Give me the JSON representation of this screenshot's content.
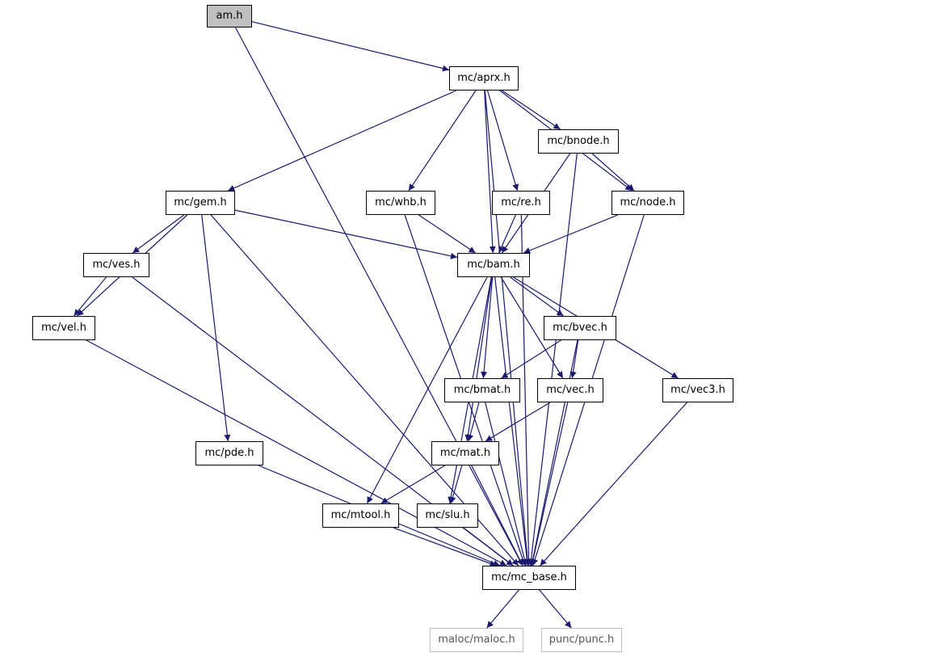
{
  "graph": {
    "colors": {
      "edge": "#191970",
      "border": "#000000",
      "current_fill": "#bfbfbf",
      "external_border": "#bfbfbf"
    },
    "nodes": [
      {
        "id": "am",
        "label": "am.h",
        "kind": "current"
      },
      {
        "id": "aprx",
        "label": "mc/aprx.h",
        "kind": "file"
      },
      {
        "id": "bnode",
        "label": "mc/bnode.h",
        "kind": "file"
      },
      {
        "id": "gem",
        "label": "mc/gem.h",
        "kind": "file"
      },
      {
        "id": "whb",
        "label": "mc/whb.h",
        "kind": "file"
      },
      {
        "id": "re",
        "label": "mc/re.h",
        "kind": "file"
      },
      {
        "id": "node",
        "label": "mc/node.h",
        "kind": "file"
      },
      {
        "id": "ves",
        "label": "mc/ves.h",
        "kind": "file"
      },
      {
        "id": "bam",
        "label": "mc/bam.h",
        "kind": "file"
      },
      {
        "id": "vel",
        "label": "mc/vel.h",
        "kind": "file"
      },
      {
        "id": "bvec",
        "label": "mc/bvec.h",
        "kind": "file"
      },
      {
        "id": "bmat",
        "label": "mc/bmat.h",
        "kind": "file"
      },
      {
        "id": "vec",
        "label": "mc/vec.h",
        "kind": "file"
      },
      {
        "id": "vec3",
        "label": "mc/vec3.h",
        "kind": "file"
      },
      {
        "id": "pde",
        "label": "mc/pde.h",
        "kind": "file"
      },
      {
        "id": "mat",
        "label": "mc/mat.h",
        "kind": "file"
      },
      {
        "id": "mtool",
        "label": "mc/mtool.h",
        "kind": "file"
      },
      {
        "id": "slu",
        "label": "mc/slu.h",
        "kind": "file"
      },
      {
        "id": "mc_base",
        "label": "mc/mc_base.h",
        "kind": "file"
      },
      {
        "id": "maloc",
        "label": "maloc/maloc.h",
        "kind": "external"
      },
      {
        "id": "punc",
        "label": "punc/punc.h",
        "kind": "external"
      }
    ],
    "edges": [
      [
        "am",
        "aprx"
      ],
      [
        "am",
        "mc_base"
      ],
      [
        "aprx",
        "gem"
      ],
      [
        "aprx",
        "whb"
      ],
      [
        "aprx",
        "bam"
      ],
      [
        "aprx",
        "re"
      ],
      [
        "aprx",
        "bnode"
      ],
      [
        "aprx",
        "node"
      ],
      [
        "aprx",
        "mc_base"
      ],
      [
        "bnode",
        "node"
      ],
      [
        "bnode",
        "bam"
      ],
      [
        "bnode",
        "mc_base"
      ],
      [
        "gem",
        "ves"
      ],
      [
        "gem",
        "vel"
      ],
      [
        "gem",
        "bam"
      ],
      [
        "gem",
        "pde"
      ],
      [
        "gem",
        "mc_base"
      ],
      [
        "whb",
        "bam"
      ],
      [
        "whb",
        "mc_base"
      ],
      [
        "re",
        "bam"
      ],
      [
        "re",
        "mc_base"
      ],
      [
        "node",
        "bam"
      ],
      [
        "node",
        "mc_base"
      ],
      [
        "ves",
        "vel"
      ],
      [
        "ves",
        "mc_base"
      ],
      [
        "vel",
        "mc_base"
      ],
      [
        "bam",
        "bvec"
      ],
      [
        "bam",
        "bmat"
      ],
      [
        "bam",
        "vec"
      ],
      [
        "bam",
        "vec3"
      ],
      [
        "bam",
        "mat"
      ],
      [
        "bam",
        "mtool"
      ],
      [
        "bam",
        "slu"
      ],
      [
        "bam",
        "mc_base"
      ],
      [
        "bvec",
        "bmat"
      ],
      [
        "bvec",
        "vec"
      ],
      [
        "bvec",
        "mc_base"
      ],
      [
        "bmat",
        "mat"
      ],
      [
        "bmat",
        "mc_base"
      ],
      [
        "vec",
        "mat"
      ],
      [
        "vec",
        "mc_base"
      ],
      [
        "vec3",
        "mc_base"
      ],
      [
        "pde",
        "mc_base"
      ],
      [
        "mat",
        "mtool"
      ],
      [
        "mat",
        "slu"
      ],
      [
        "mat",
        "mc_base"
      ],
      [
        "mtool",
        "mc_base"
      ],
      [
        "slu",
        "mc_base"
      ],
      [
        "mc_base",
        "maloc"
      ],
      [
        "mc_base",
        "punc"
      ]
    ]
  }
}
